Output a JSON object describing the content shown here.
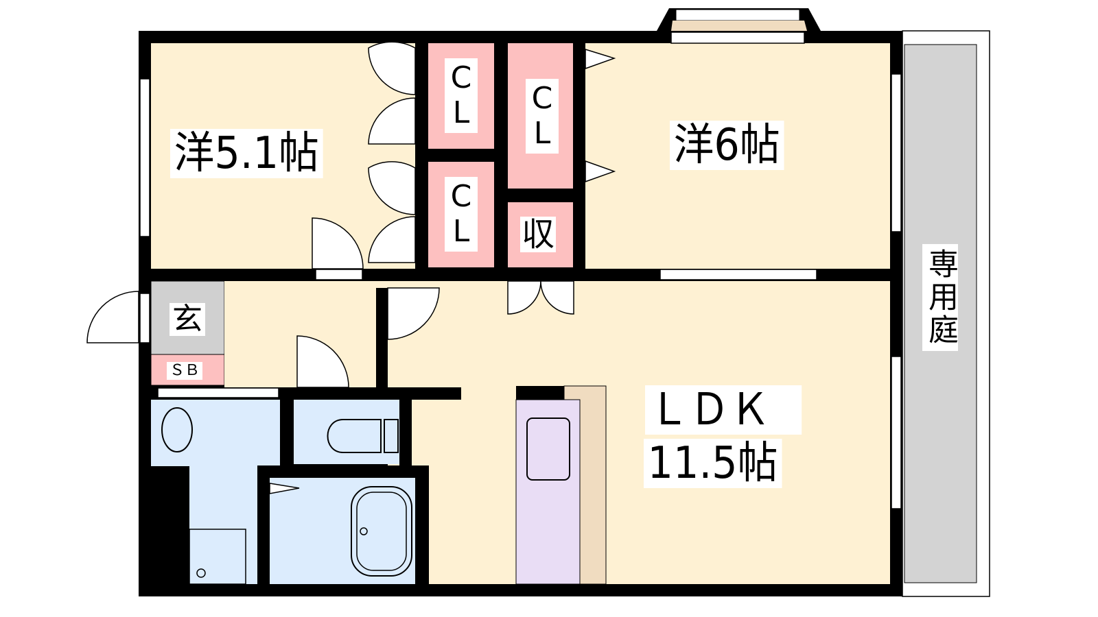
{
  "plan": {
    "rooms": {
      "western1": "洋5.1帖",
      "western2": "洋6帖",
      "ldk_line1": "ＬＤＫ",
      "ldk_line2": "11.5帖",
      "closet": "CL",
      "closet_letters": [
        "C",
        "L"
      ],
      "storage": "収",
      "entrance": "玄",
      "shoe_box": "ＳＢ",
      "garden": "専用庭",
      "garden_chars": [
        "専",
        "用",
        "庭"
      ]
    },
    "colors": {
      "room": "#fef1d3",
      "closet": "#fdc0c0",
      "wet": "#dcecfd",
      "entrance": "#d0d0d0",
      "kitchen": "#e9ddf5",
      "counter": "#f0dcc0",
      "wall": "#000000"
    }
  }
}
